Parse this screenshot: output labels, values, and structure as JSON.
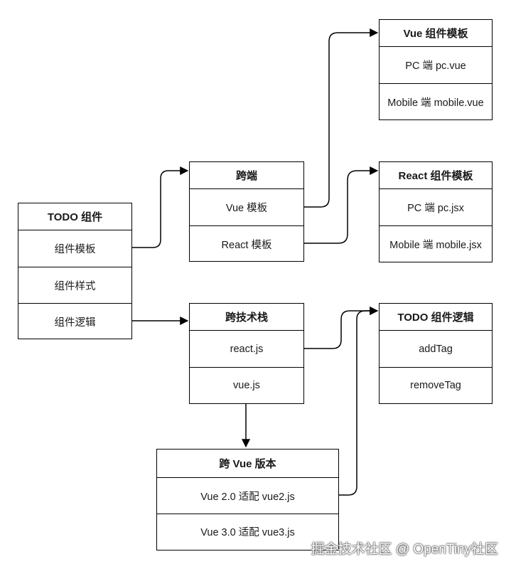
{
  "nodes": {
    "todo": {
      "title": "TODO 组件",
      "rows": [
        "组件模板",
        "组件样式",
        "组件逻辑"
      ]
    },
    "cross_platform": {
      "title": "跨端",
      "rows": [
        "Vue 模板",
        "React 模板"
      ]
    },
    "vue_tpl": {
      "title": "Vue 组件模板",
      "rows": [
        "PC 端 pc.vue",
        "Mobile 端 mobile.vue"
      ]
    },
    "react_tpl": {
      "title": "React 组件模板",
      "rows": [
        "PC 端 pc.jsx",
        "Mobile 端 mobile.jsx"
      ]
    },
    "cross_stack": {
      "title": "跨技术栈",
      "rows": [
        "react.js",
        "vue.js"
      ]
    },
    "todo_logic": {
      "title": "TODO 组件逻辑",
      "rows": [
        "addTag",
        "removeTag"
      ]
    },
    "cross_vue": {
      "title": "跨 Vue 版本",
      "rows": [
        "Vue 2.0 适配 vue2.js",
        "Vue 3.0 适配 vue3.js"
      ]
    }
  },
  "edges": [
    {
      "from": "组件模板",
      "to": "跨端"
    },
    {
      "from": "Vue 模板",
      "to": "Vue 组件模板"
    },
    {
      "from": "React 模板",
      "to": "React 组件模板"
    },
    {
      "from": "组件逻辑",
      "to": "跨技术栈"
    },
    {
      "from": "react.js",
      "to": "TODO 组件逻辑"
    },
    {
      "from": "vue.js",
      "to": "跨 Vue 版本"
    },
    {
      "from": "Vue 2.0 适配 vue2.js",
      "to": "TODO 组件逻辑"
    }
  ],
  "watermark": "掘金技术社区 @ OpenTiny社区"
}
